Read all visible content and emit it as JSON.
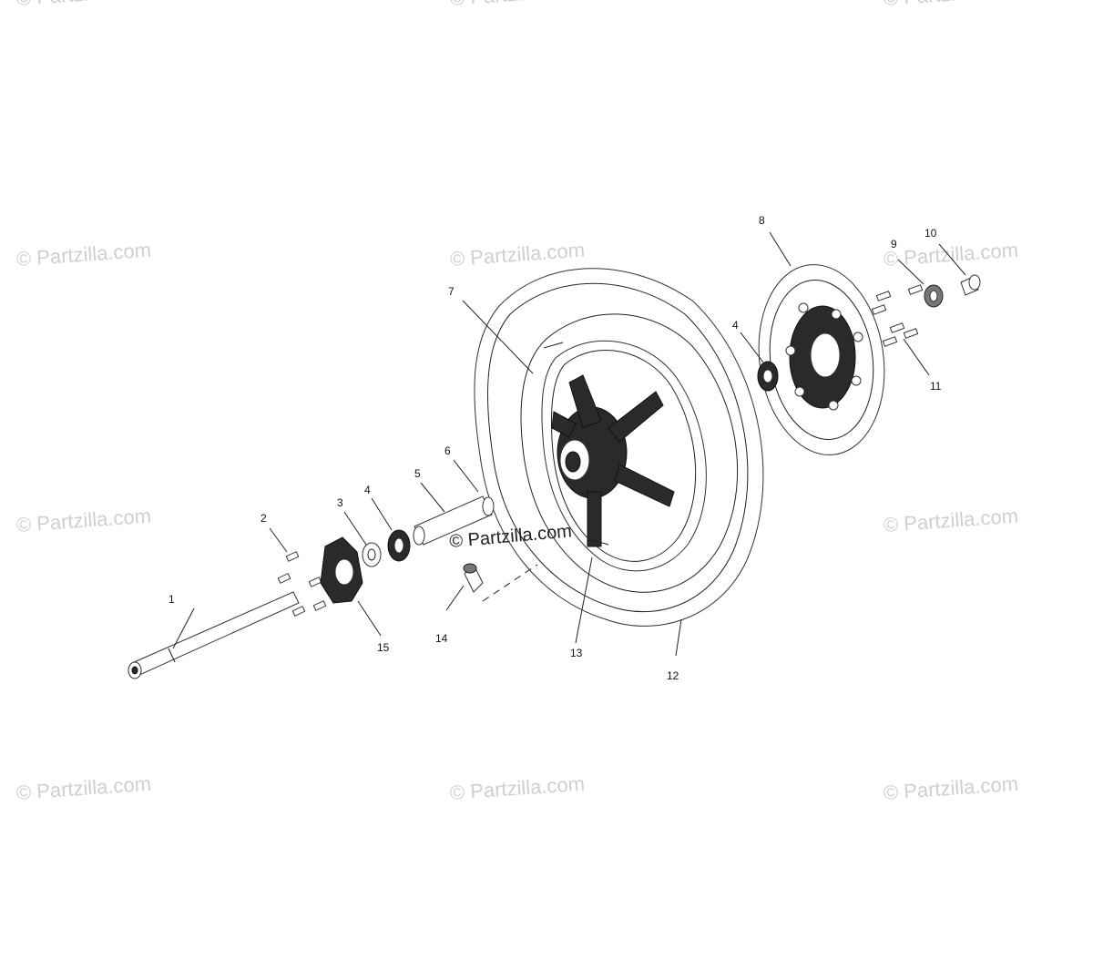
{
  "watermark": {
    "text": "© Partzilla.com",
    "center_text": "© Partzilla.com"
  },
  "callouts": {
    "c1": "1",
    "c2": "2",
    "c3": "3",
    "c4a": "4",
    "c4b": "4",
    "c5": "5",
    "c6": "6",
    "c7": "7",
    "c8": "8",
    "c9": "9",
    "c10": "10",
    "c11": "11",
    "c12": "12",
    "c13": "13",
    "c14": "14",
    "c15": "15"
  },
  "colors": {
    "line": "#222222",
    "watermark": "#cfcfcf",
    "background": "#ffffff"
  }
}
